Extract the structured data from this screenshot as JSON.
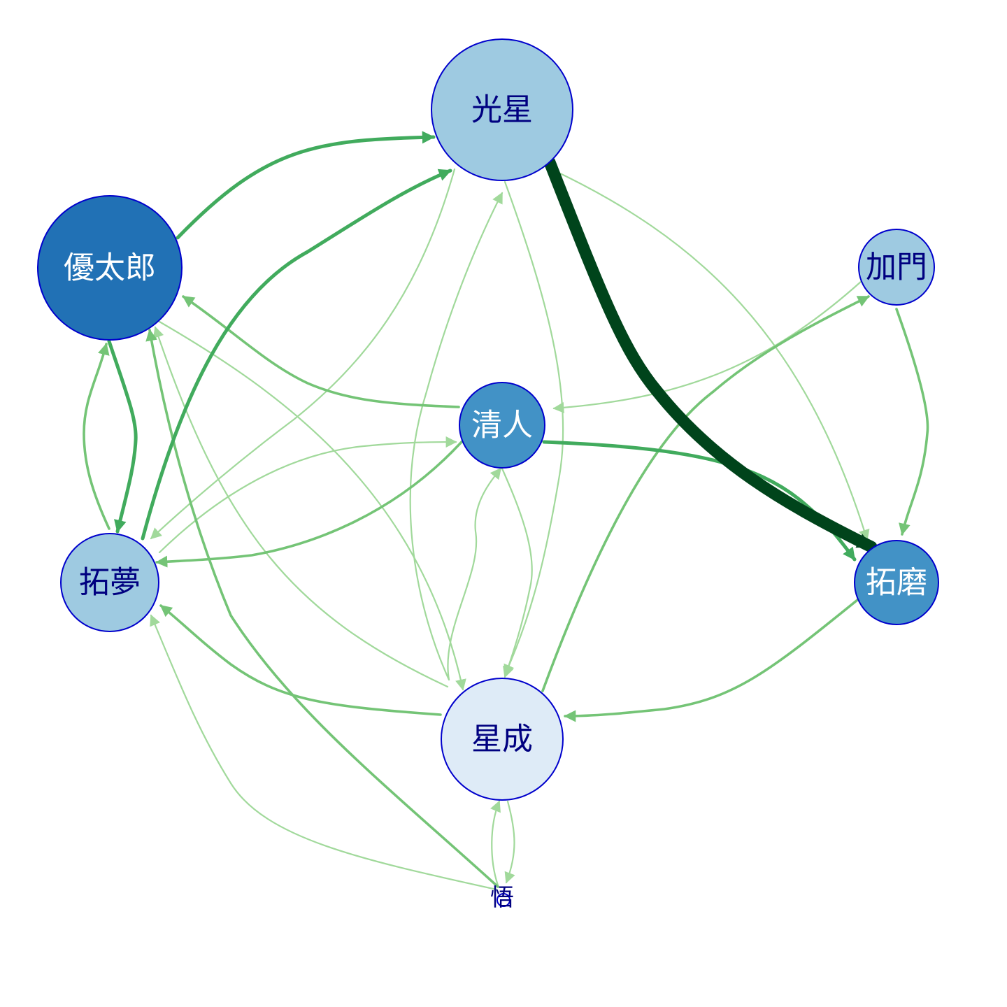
{
  "colors": {
    "edge_light": "#a1d99b",
    "edge_mid": "#74c476",
    "edge_strong": "#41ab5d",
    "edge_darkest": "#00441b",
    "node_border": "#0000cc",
    "label_dark": "#000080",
    "label_light": "#ffffff"
  },
  "nodes": [
    {
      "id": "hikaru",
      "label": "光星",
      "fill": "#9ecae1",
      "label_color": "#000080"
    },
    {
      "id": "yutaro",
      "label": "優太郎",
      "fill": "#2171b5",
      "label_color": "#ffffff"
    },
    {
      "id": "kamon",
      "label": "加門",
      "fill": "#9ecae1",
      "label_color": "#000080"
    },
    {
      "id": "kiyoto",
      "label": "清人",
      "fill": "#4292c6",
      "label_color": "#ffffff"
    },
    {
      "id": "takumu",
      "label": "拓夢",
      "fill": "#9ecae1",
      "label_color": "#000080"
    },
    {
      "id": "takuma",
      "label": "拓磨",
      "fill": "#4292c6",
      "label_color": "#ffffff"
    },
    {
      "id": "seisei",
      "label": "星成",
      "fill": "#deebf7",
      "label_color": "#000080"
    },
    {
      "id": "satoru",
      "label": "悟",
      "fill": "#ffffff",
      "label_color": "#000080"
    }
  ],
  "edges": [
    {
      "from": "hikaru",
      "to": "takuma",
      "weight": "darkest"
    },
    {
      "from": "yutaro",
      "to": "hikaru",
      "weight": "strong"
    },
    {
      "from": "takumu",
      "to": "hikaru",
      "weight": "strong"
    },
    {
      "from": "yutaro",
      "to": "takumu",
      "weight": "strong"
    },
    {
      "from": "kiyoto",
      "to": "takuma",
      "weight": "strong"
    },
    {
      "from": "takumu",
      "to": "yutaro",
      "weight": "mid"
    },
    {
      "from": "kiyoto",
      "to": "yutaro",
      "weight": "mid"
    },
    {
      "from": "kiyoto",
      "to": "takumu",
      "weight": "mid"
    },
    {
      "from": "seisei",
      "to": "takumu",
      "weight": "mid"
    },
    {
      "from": "satoru",
      "to": "yutaro",
      "weight": "mid"
    },
    {
      "from": "takuma",
      "to": "seisei",
      "weight": "mid"
    },
    {
      "from": "seisei",
      "to": "kamon",
      "weight": "mid"
    },
    {
      "from": "kamon",
      "to": "takuma",
      "weight": "mid"
    },
    {
      "from": "hikaru",
      "to": "takuma",
      "weight": "light"
    },
    {
      "from": "hikaru",
      "to": "seisei",
      "weight": "light"
    },
    {
      "from": "seisei",
      "to": "hikaru",
      "weight": "light"
    },
    {
      "from": "hikaru",
      "to": "takumu",
      "weight": "light"
    },
    {
      "from": "kamon",
      "to": "kiyoto",
      "weight": "light"
    },
    {
      "from": "takumu",
      "to": "kiyoto",
      "weight": "light"
    },
    {
      "from": "yutaro",
      "to": "seisei",
      "weight": "light"
    },
    {
      "from": "seisei",
      "to": "yutaro",
      "weight": "light"
    },
    {
      "from": "kiyoto",
      "to": "seisei",
      "weight": "light"
    },
    {
      "from": "seisei",
      "to": "kiyoto",
      "weight": "light"
    },
    {
      "from": "satoru",
      "to": "takumu",
      "weight": "light"
    },
    {
      "from": "satoru",
      "to": "seisei",
      "weight": "light"
    },
    {
      "from": "seisei",
      "to": "satoru",
      "weight": "light"
    }
  ]
}
